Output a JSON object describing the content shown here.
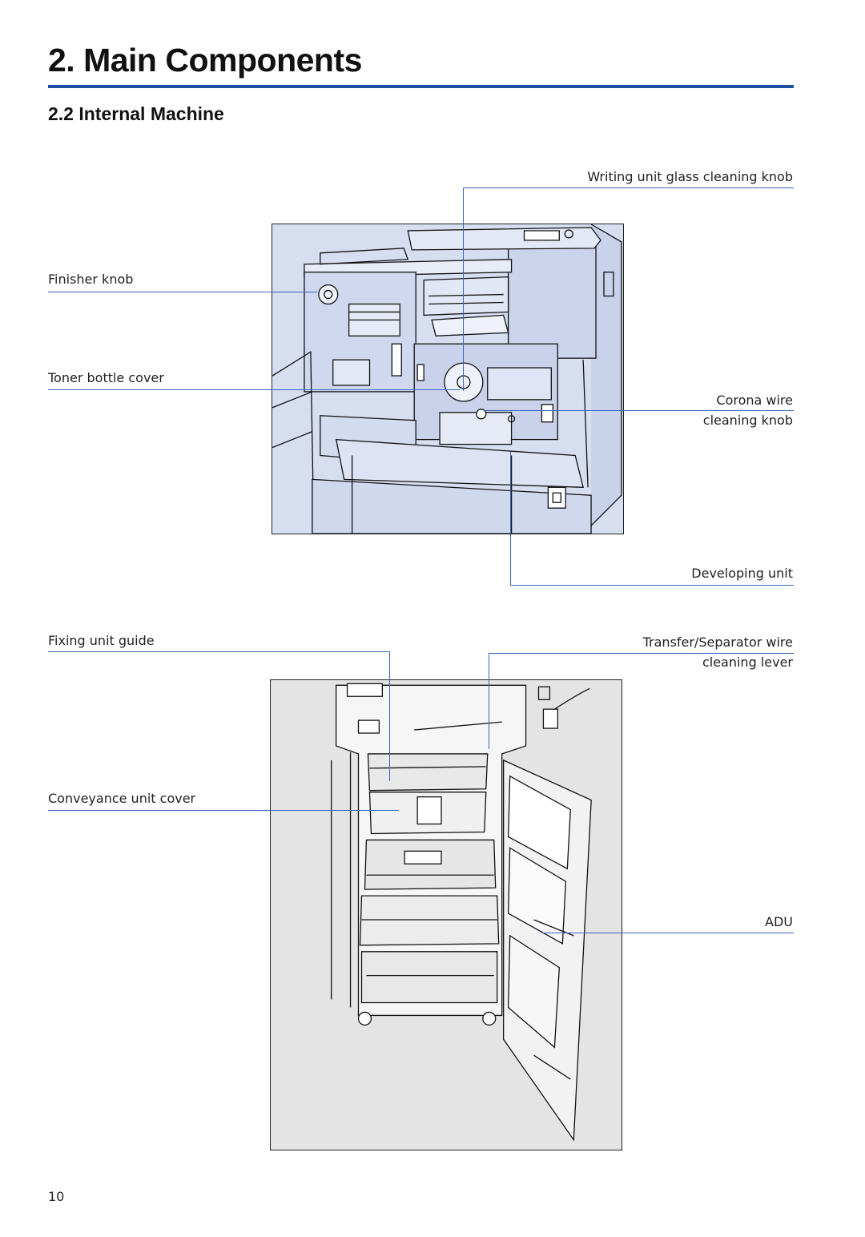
{
  "page": {
    "title": "2. Main Components",
    "subtitle": "2.2 Internal Machine",
    "page_number": "10",
    "accent_color": "#1f4fa3",
    "line_color": "#3a64bf"
  },
  "figure1": {
    "labels": {
      "writing_unit_knob": "Writing unit glass cleaning knob",
      "finisher_knob": "Finisher knob",
      "toner_bottle_cover": "Toner bottle cover",
      "corona_wire_line1": "Corona wire",
      "corona_wire_line2": "cleaning knob",
      "developing_unit": "Developing unit"
    }
  },
  "figure2": {
    "labels": {
      "fixing_unit_guide": "Fixing unit guide",
      "transfer_line1": "Transfer/Separator wire",
      "transfer_line2": "cleaning lever",
      "conveyance_unit_cover": "Conveyance unit cover",
      "adu": "ADU"
    }
  }
}
